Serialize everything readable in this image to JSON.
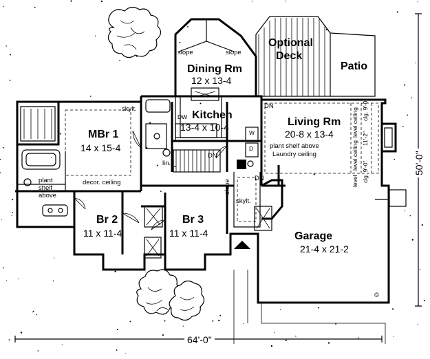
{
  "plan": {
    "rooms": {
      "dining": {
        "name": "Dining Rm",
        "size": "12 x 13-4"
      },
      "kitchen": {
        "name": "Kitchen",
        "size": "13-4 x 10-4"
      },
      "living": {
        "name": "Living Rm",
        "size": "20-8 x 13-4"
      },
      "master": {
        "name": "MBr 1",
        "size": "14 x 15-4"
      },
      "br2": {
        "name": "Br 2",
        "size": "11 x 11-4"
      },
      "br3": {
        "name": "Br 3",
        "size": "11 x 11-4"
      },
      "garage": {
        "name": "Garage",
        "size": "21-4 x 21-2"
      }
    },
    "deck": {
      "line1": "Optional",
      "line2": "Deck"
    },
    "patio": "Patio",
    "notes": {
      "slope_left": "slope",
      "slope_right": "slope",
      "slope_hall": "slope",
      "skylight_kitchen": "skylt.",
      "skylight_hall": "skylt.",
      "dn_living": "DN",
      "dn_stair": "DN",
      "dn_garage": "DN",
      "plant_shelf_line1": "plant shelf above",
      "plant_shelf_line2": "Laundry ceiling",
      "plant_shelf_bath_1": "plant",
      "plant_shelf_bath_2": "shelf",
      "plant_shelf_bath_3": "above",
      "decor_ceiling": "decor. ceiling",
      "linen": "lin.",
      "dw": "DW",
      "washer": "W",
      "dryer": "D",
      "level_ceiling_1": "level ceiling",
      "clg_height_1": "clg. 9'-0\"",
      "level_ceiling_2": "level ceiling",
      "clg_height_2": "11'-2\"",
      "level_ceiling_3": "level",
      "clg_height_3": "clg. 9'-0\"",
      "copyright": "©"
    },
    "dimensions": {
      "width": "64'-0\"",
      "depth": "50'-0\""
    }
  }
}
